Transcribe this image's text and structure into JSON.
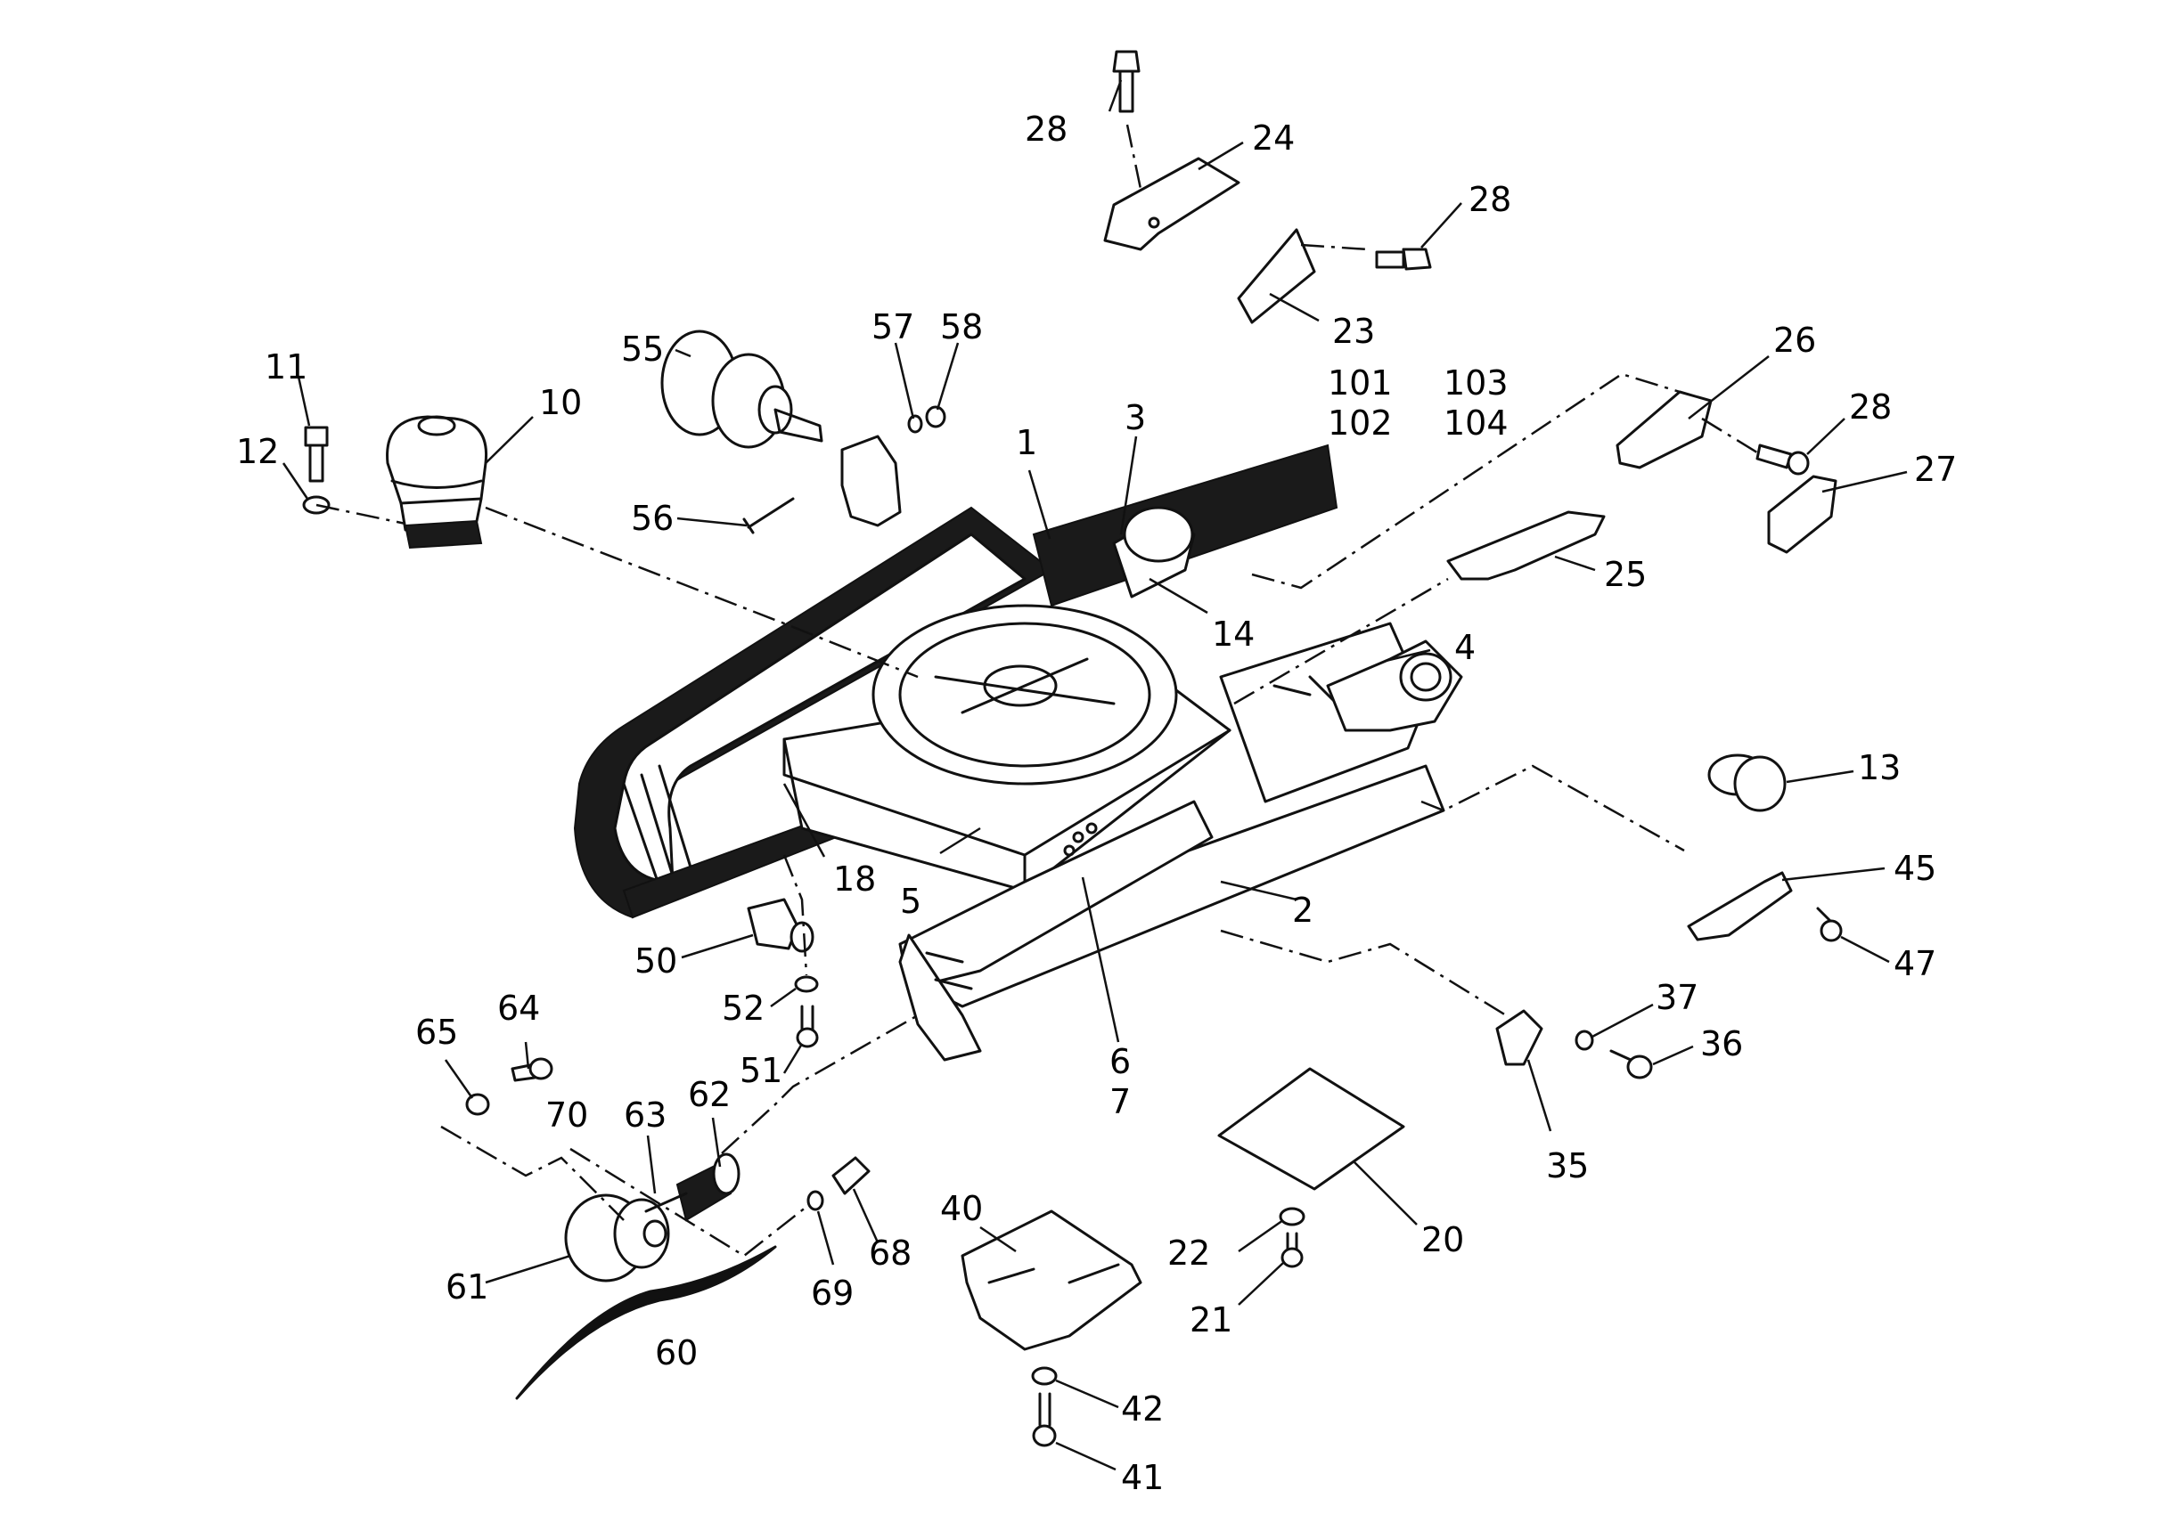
{
  "diagram": {
    "part_labels": {
      "p1": "1",
      "p2": "2",
      "p3": "3",
      "p4": "4",
      "p5": "5",
      "p6": "6",
      "p7": "7",
      "p10": "10",
      "p11": "11",
      "p12": "12",
      "p13": "13",
      "p14": "14",
      "p18": "18",
      "p20": "20",
      "p21": "21",
      "p22": "22",
      "p23": "23",
      "p24": "24",
      "p25": "25",
      "p26": "26",
      "p27": "27",
      "p28a": "28",
      "p28b": "28",
      "p28c": "28",
      "p35": "35",
      "p36": "36",
      "p37": "37",
      "p40": "40",
      "p41": "41",
      "p42": "42",
      "p45": "45",
      "p47": "47",
      "p50": "50",
      "p51": "51",
      "p52": "52",
      "p55": "55",
      "p56": "56",
      "p57": "57",
      "p58": "58",
      "p60": "60",
      "p61": "61",
      "p62": "62",
      "p63": "63",
      "p64": "64",
      "p65": "65",
      "p68": "68",
      "p69": "69",
      "p70": "70",
      "p101": "101",
      "p102": "102",
      "p103": "103",
      "p104": "104"
    }
  }
}
